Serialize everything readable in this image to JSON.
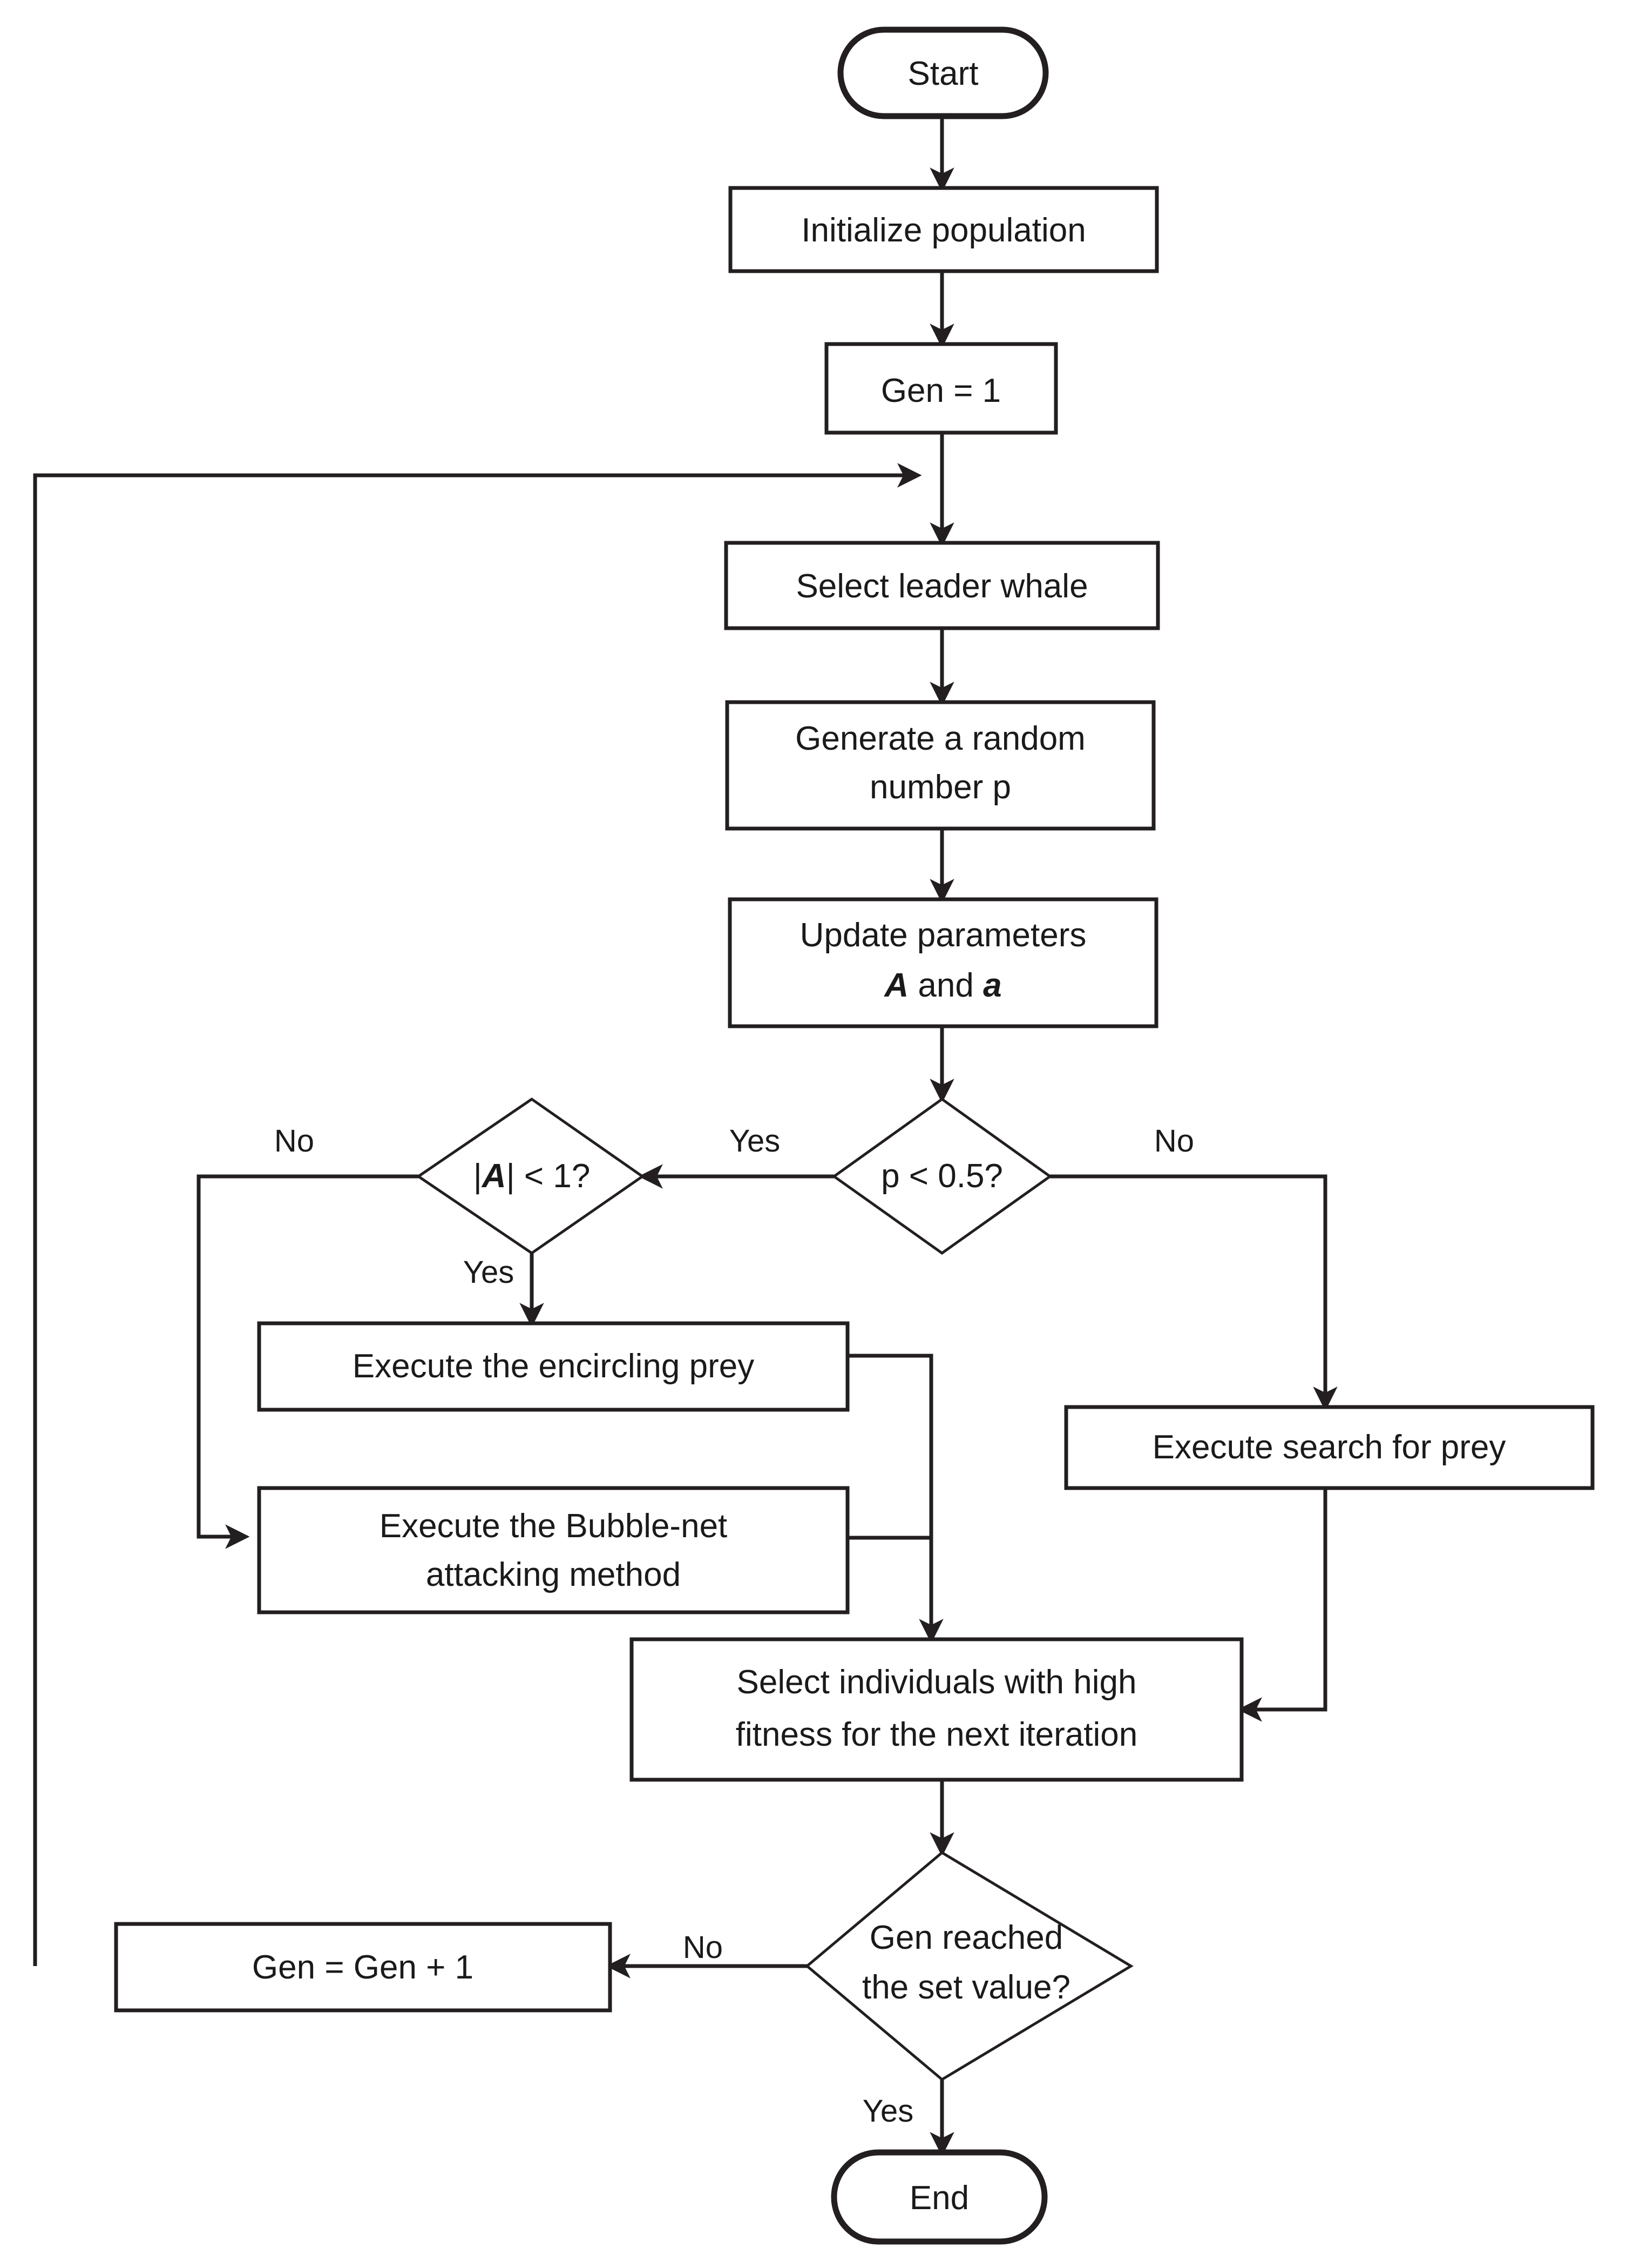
{
  "diagram": {
    "title": "Whale Optimization Algorithm flowchart",
    "type": "flowchart",
    "colors": {
      "stroke": "#231f20",
      "fill": "#ffffff",
      "text": "#1a1a1a"
    }
  },
  "nodes": {
    "start": {
      "label": "Start",
      "shape": "terminator"
    },
    "initialize_population": {
      "label": "Initialize population",
      "shape": "process"
    },
    "gen_init": {
      "label": "Gen = 1",
      "shape": "process"
    },
    "select_leader": {
      "label": "Select leader whale",
      "shape": "process"
    },
    "generate_random": {
      "line1": "Generate a random",
      "line2": "number p",
      "shape": "process"
    },
    "update_parameters": {
      "line1": "Update parameters",
      "line2_pre": "",
      "line2_bold1": "A",
      "line2_mid": " and ",
      "line2_bold2": "a",
      "shape": "process"
    },
    "decision_p": {
      "label": "p < 0.5?",
      "shape": "decision"
    },
    "decision_a": {
      "label_pre": "|",
      "label_bold": "A",
      "label_post": "| < 1?",
      "shape": "decision"
    },
    "encircling_prey": {
      "label": "Execute the encircling prey",
      "shape": "process"
    },
    "bubble_net": {
      "line1": "Execute the Bubble-net",
      "line2": "attacking method",
      "shape": "process"
    },
    "search_prey": {
      "label": "Execute search for prey",
      "shape": "process"
    },
    "select_individuals": {
      "line1": "Select individuals with high",
      "line2": "fitness for the next iteration",
      "shape": "process"
    },
    "decision_gen": {
      "line1": "Gen reached",
      "line2": "the set value?",
      "shape": "decision"
    },
    "gen_increment": {
      "label": "Gen = Gen + 1",
      "shape": "process"
    },
    "end": {
      "label": "End",
      "shape": "terminator"
    }
  },
  "edge_labels": {
    "p_yes": "Yes",
    "p_no": "No",
    "a_no": "No",
    "a_yes": "Yes",
    "gen_no": "No",
    "gen_yes": "Yes"
  }
}
